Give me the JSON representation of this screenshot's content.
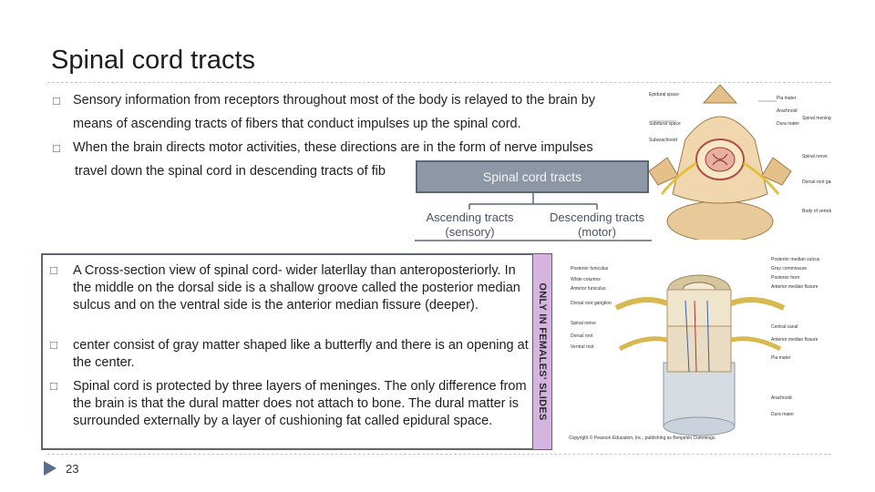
{
  "title": "Spinal cord tracts",
  "bullets_top": [
    {
      "line1": "Sensory information from receptors throughout most of the body is relayed to the brain by",
      "line2": "means of ascending tracts of fibers that conduct impulses up the spinal cord."
    },
    {
      "line1": "When the brain directs motor activities, these directions are in the form of nerve impulses",
      "line2": "travel down the spinal cord in descending tracts of fib"
    }
  ],
  "tracts_diagram": {
    "header": "Spinal cord tracts",
    "left_label": "Ascending tracts (sensory)",
    "right_label": "Descending tracts (motor)"
  },
  "box_bullets": [
    "A Cross-section view of spinal cord- wider laterllay than anteroposteriorly. In the middle on the dorsal side is a shallow groove called the posterior median sulcus and on the ventral side is the anterior median fissure (deeper).",
    "center consist of gray matter shaped like a butterfly and there is an opening at the center.",
    "Spinal cord is protected by three layers of meninges. The only difference from the brain is that the dural matter does not attach to bone. The dural matter is surrounded externally by a layer of cushioning fat called epidural space."
  ],
  "vertical_note": "ONLY IN FEMALES' SLIDES",
  "page_number": "23",
  "colors": {
    "box_border": "#5d6675",
    "tract_fill": "#8e97a6",
    "note_fill": "#d6b4e0",
    "arrow": "#5a6e8c"
  }
}
